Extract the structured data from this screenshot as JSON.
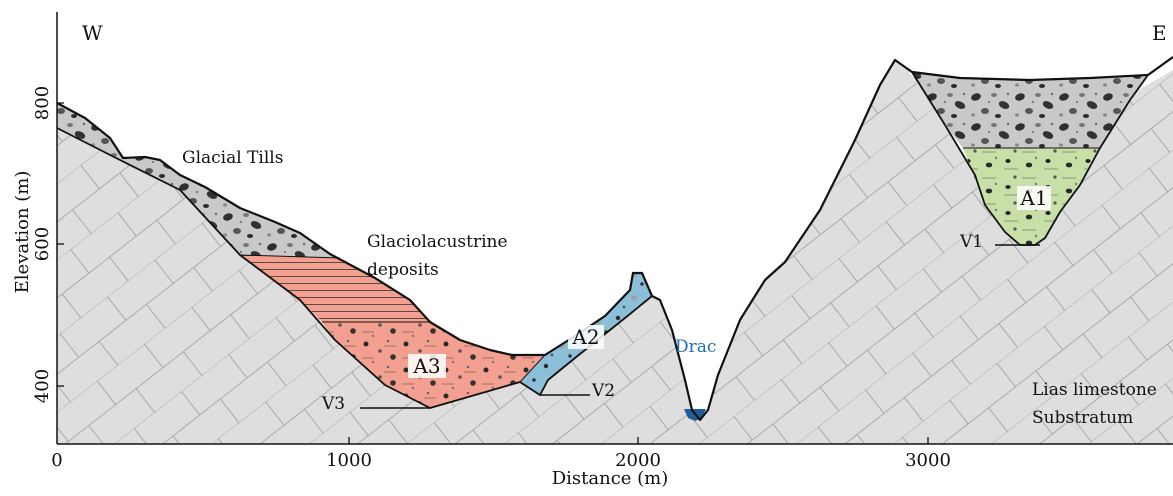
{
  "axes": {
    "xlabel": "Distance (m)",
    "ylabel": "Elevation (m)",
    "x_ticks": [
      "0",
      "1000",
      "2000",
      "3000"
    ],
    "y_ticks": [
      "800",
      "600",
      "400"
    ]
  },
  "orientation": {
    "west": "W",
    "east": "E"
  },
  "labels": {
    "glacial_tills": "Glacial Tills",
    "glaciolacustrine_1": "Glaciolacustrine",
    "glaciolacustrine_2": "deposits",
    "river": "Drac",
    "substratum_1": "Lias limestone",
    "substratum_2": "Substratum"
  },
  "units": {
    "a1": "A1",
    "a2": "A2",
    "a3": "A3"
  },
  "valleys": {
    "v1": "V1",
    "v2": "V2",
    "v3": "V3"
  },
  "colors": {
    "bedrock": "#dedede",
    "tills": "#c9c9c9",
    "glaciolacustrine": "#f4a090",
    "a1": "#c8e0a8",
    "a2": "#8cc0d8",
    "a3": "#f4a090",
    "river": "#1f5f99",
    "river_label": "#1f6fb0"
  }
}
